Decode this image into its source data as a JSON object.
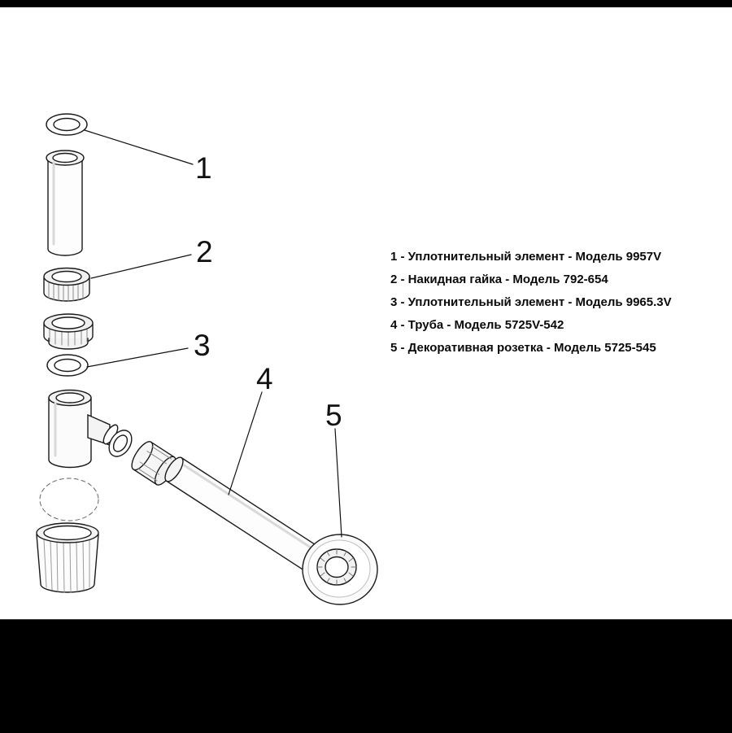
{
  "page": {
    "kind": "exploded parts diagram of a drain siphon assembly",
    "background": "#ffffff",
    "frame_color": "#000000",
    "line_color": "#1a1a1a",
    "text_color": "#0a0a0a"
  },
  "parts_list": {
    "items": [
      {
        "number": "1",
        "name": "Уплотнительный элемент",
        "model": "Модель 9957V",
        "text": "1 - Уплотнительный элемент - Модель 9957V"
      },
      {
        "number": "2",
        "name": "Накидная гайка",
        "model": "Модель 792-654",
        "text": "2 - Накидная гайка - Модель 792-654"
      },
      {
        "number": "3",
        "name": "Уплотнительный элемент",
        "model": "Модель 9965.3V",
        "text": "3 - Уплотнительный элемент - Модель 9965.3V"
      },
      {
        "number": "4",
        "name": "Труба",
        "model": "Модель 5725V-542",
        "text": "4 - Труба - Модель 5725V-542"
      },
      {
        "number": "5",
        "name": "Декоративная розетка",
        "model": "Модель 5725-545",
        "text": "5 - Декоративная розетка - Модель 5725-545"
      }
    ]
  },
  "callouts": [
    {
      "label": "1"
    },
    {
      "label": "2"
    },
    {
      "label": "3"
    },
    {
      "label": "4"
    },
    {
      "label": "5"
    }
  ]
}
